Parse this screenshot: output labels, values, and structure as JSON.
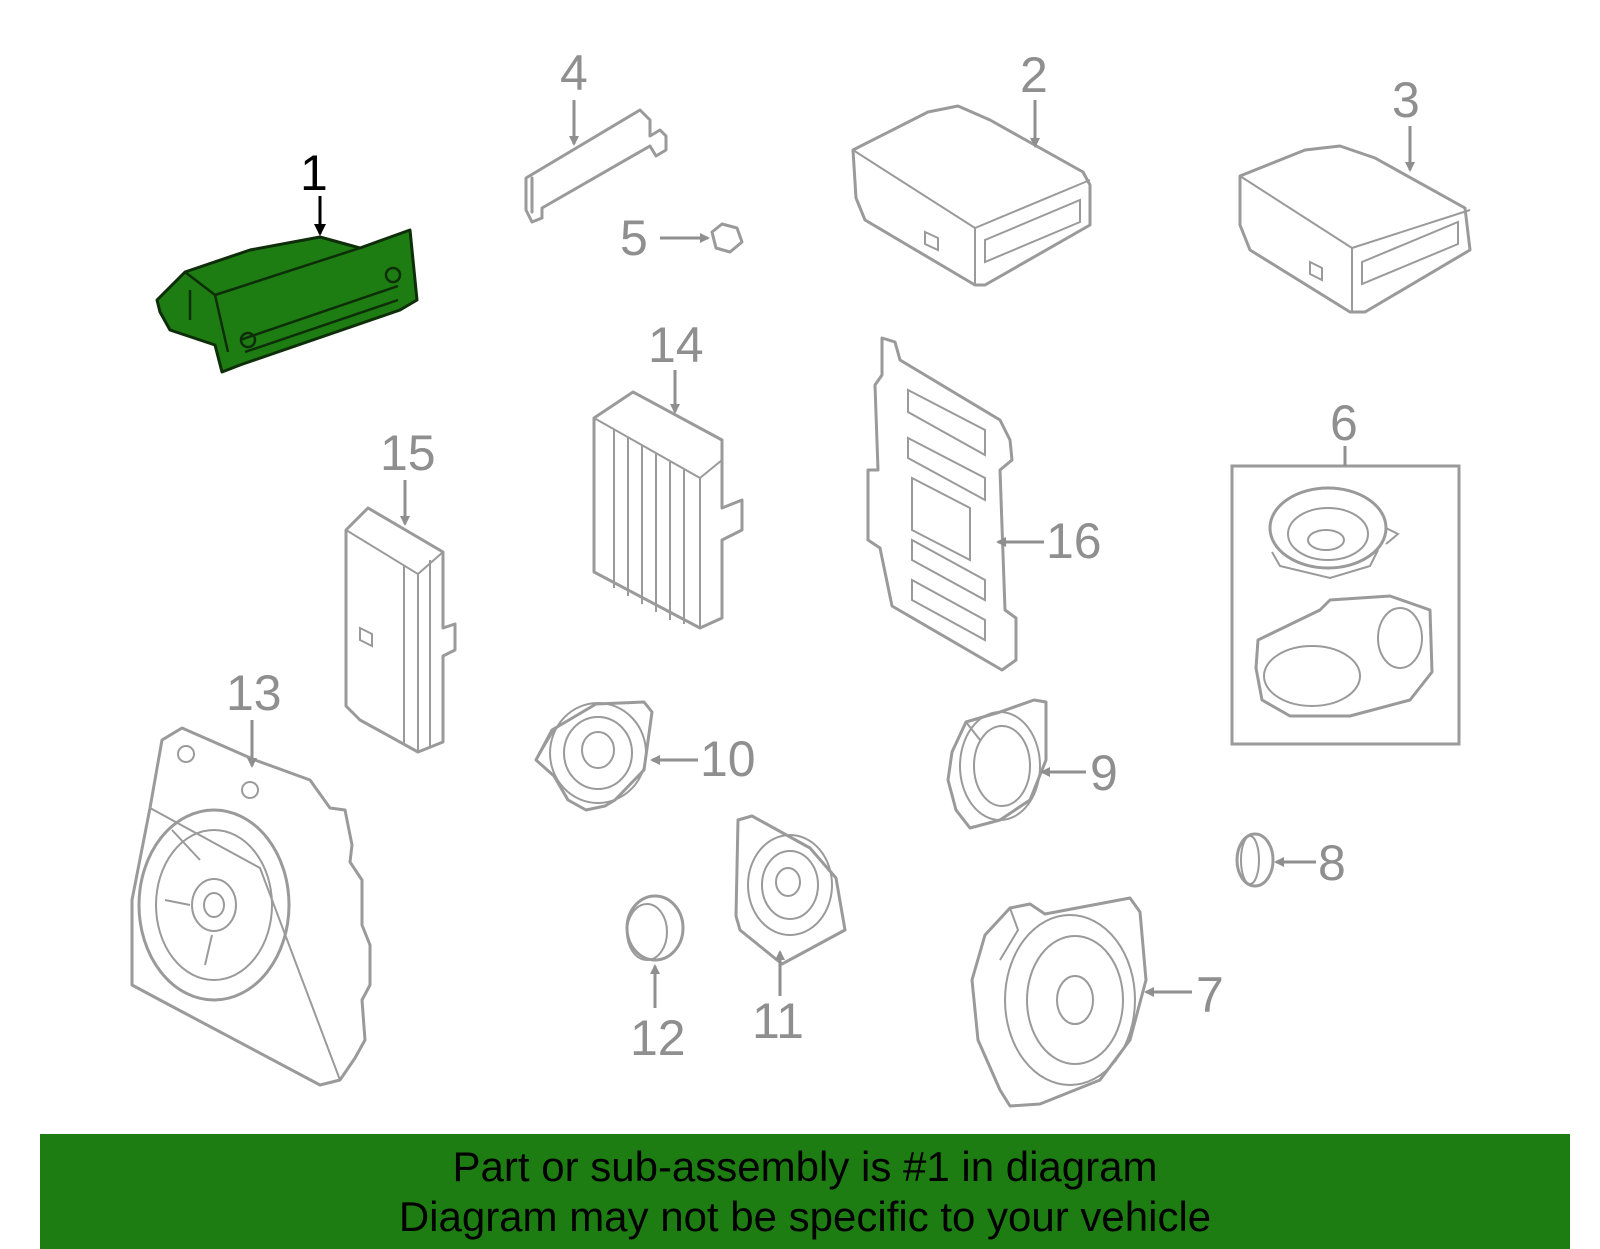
{
  "callouts": {
    "c1": "1",
    "c2": "2",
    "c3": "3",
    "c4": "4",
    "c5": "5",
    "c6": "6",
    "c7": "7",
    "c8": "8",
    "c9": "9",
    "c10": "10",
    "c11": "11",
    "c12": "12",
    "c13": "13",
    "c14": "14",
    "c15": "15",
    "c16": "16"
  },
  "highlighted_part": "1",
  "colors": {
    "highlight": "#1e7d12",
    "banner": "#1e7d12",
    "part_lines": "#9a9a9a",
    "callout_text": "#8f8f8f"
  },
  "footer": {
    "line1": "Part or sub-assembly is #1 in diagram",
    "line2": "Diagram may not be specific to your vehicle"
  }
}
